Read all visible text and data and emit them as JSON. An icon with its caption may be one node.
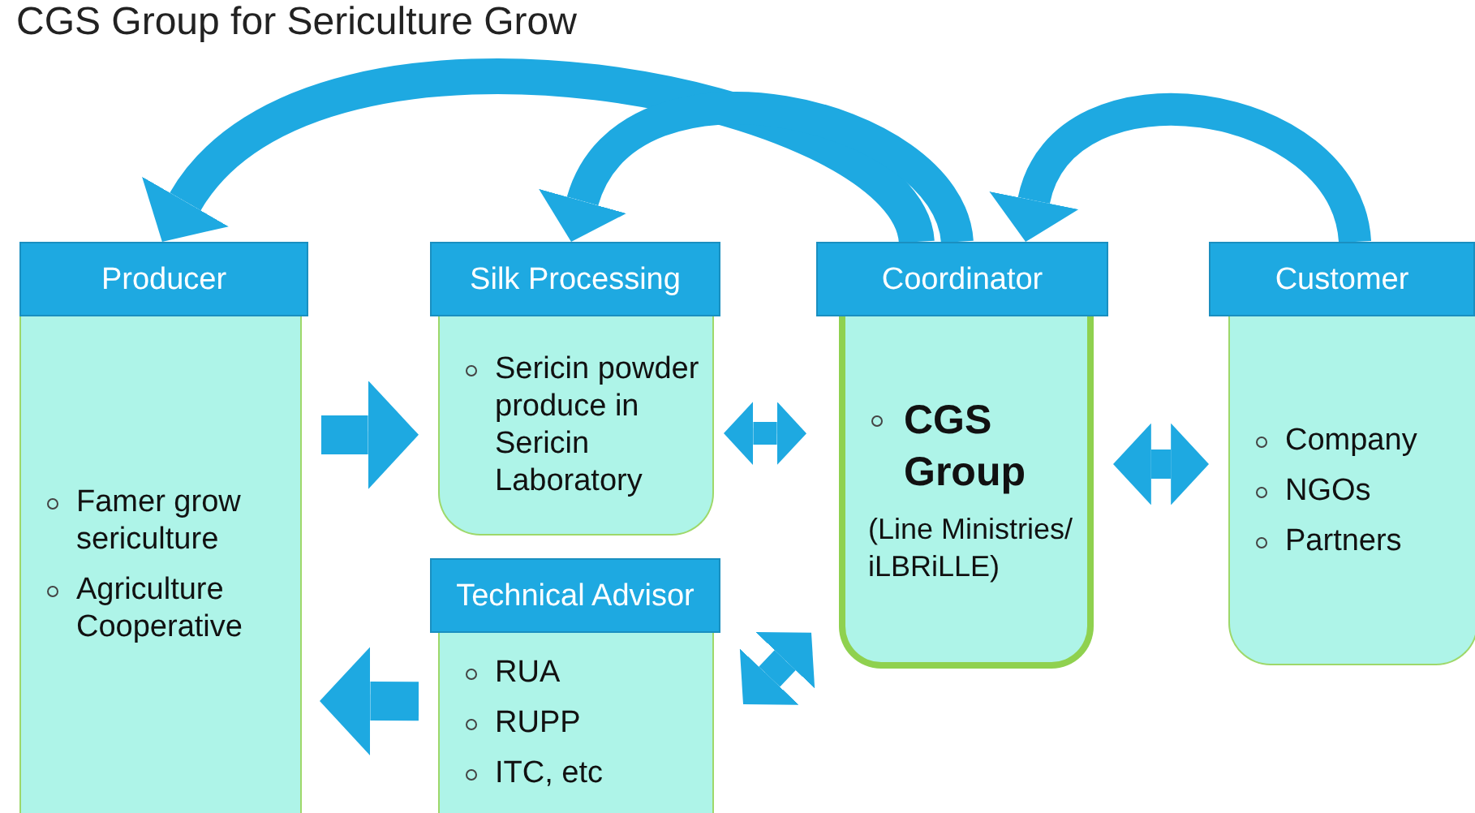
{
  "diagram": {
    "title": "CGS Group for Sericulture Grow",
    "nodes": [
      {
        "text": [
          "Producer",
          "Famer grow sericulture",
          "Agriculture Cooperative"
        ]
      },
      {
        "text": [
          "Silk Processing",
          "Sericin powder produce in Sericin Laboratory"
        ]
      },
      {
        "text": [
          "Technical Advisor",
          "RUA",
          "RUPP",
          "ITC, etc"
        ]
      },
      {
        "text": [
          "Coordinator",
          "CGS Group",
          "(Line Ministries/ iLBRiLLE)"
        ]
      },
      {
        "text": [
          "Customer",
          "Company",
          "NGOs",
          "Partners"
        ]
      }
    ],
    "edges": [
      {
        "from": 3,
        "to": 0,
        "arrow": "to"
      },
      {
        "from": 3,
        "to": 1,
        "arrow": "to"
      },
      {
        "from": 4,
        "to": 3,
        "arrow": "to"
      },
      {
        "from": 0,
        "to": 1,
        "arrow": "to"
      },
      {
        "from": 1,
        "to": 3,
        "arrow": "both"
      },
      {
        "from": 3,
        "to": 4,
        "arrow": "both"
      },
      {
        "from": 2,
        "to": 3,
        "arrow": "both"
      },
      {
        "from": 2,
        "to": 0,
        "arrow": "to"
      }
    ]
  }
}
